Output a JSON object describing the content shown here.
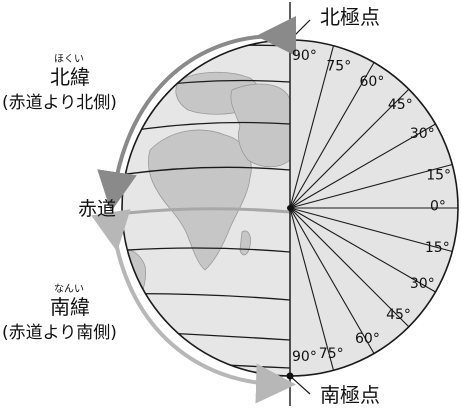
{
  "labels": {
    "north_pole": "北極点",
    "south_pole": "南極点",
    "equator": "赤道",
    "north_lat": "北緯",
    "north_lat_ruby": "ほくい",
    "north_lat_note": "(赤道より北側)",
    "south_lat": "南緯",
    "south_lat_ruby": "なんい",
    "south_lat_note": "(赤道より南側)"
  },
  "north_degrees": [
    "90°",
    "75°",
    "60°",
    "45°",
    "30°",
    "15°",
    "0°"
  ],
  "south_degrees": [
    "15°",
    "30°",
    "45°",
    "60°",
    "75°",
    "90°"
  ],
  "colors": {
    "globe_light": "#e6e6e6",
    "globe_mid": "#d0d0d0",
    "cut_face": "#bdbdbd",
    "wedge_face": "#e4e4e4",
    "north_arrow": "#8a8a8a",
    "south_arrow": "#b7b7b7",
    "line": "#1a1a1a"
  }
}
